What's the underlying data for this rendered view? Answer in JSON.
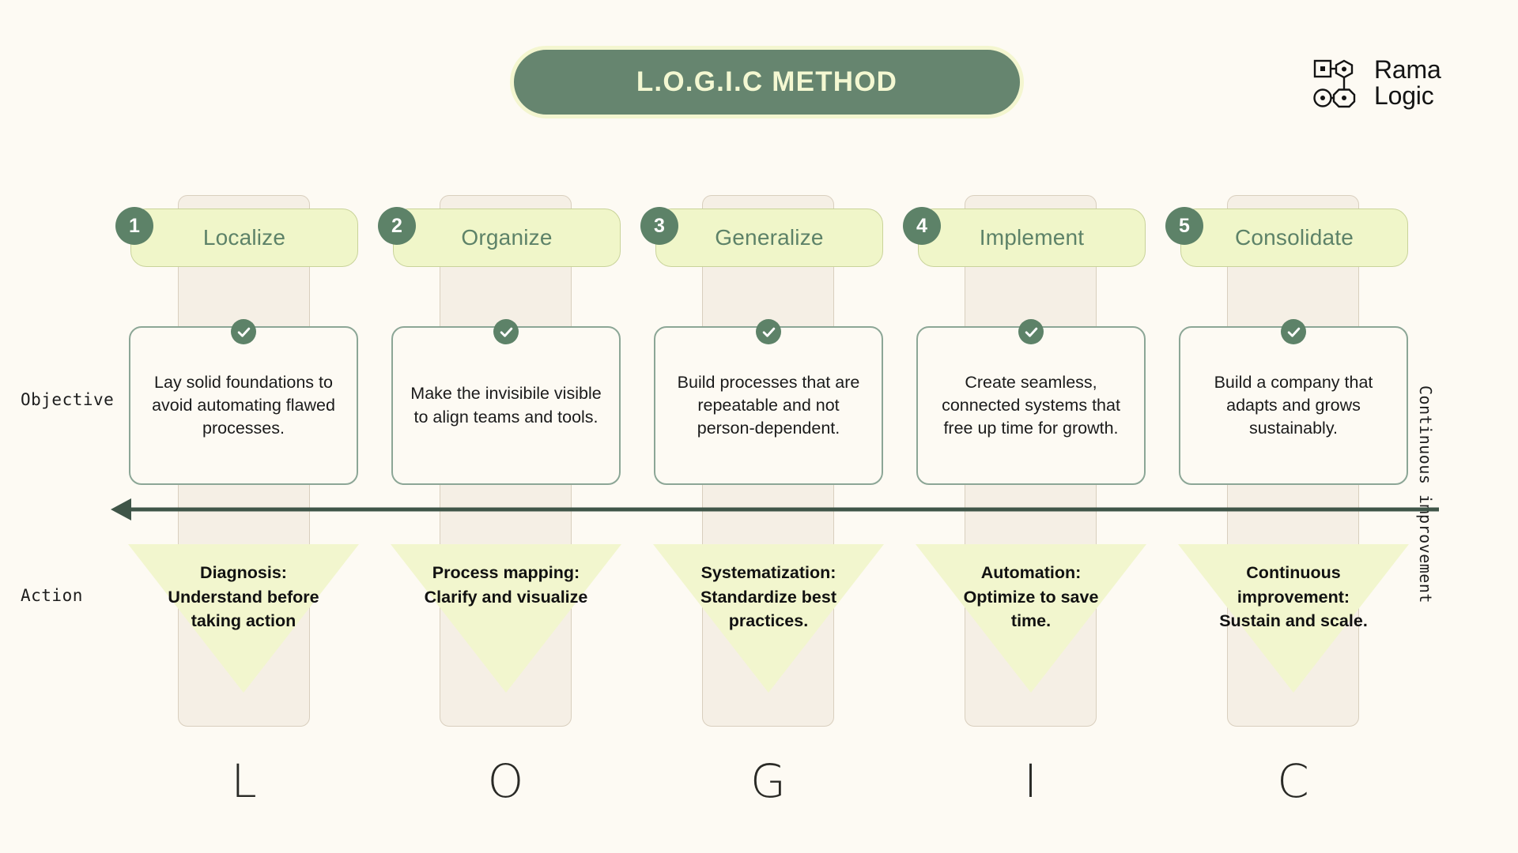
{
  "background_color": "#FDFAF3",
  "theme": {
    "accent_green": "#5D8268",
    "pill_yellow": "#F0F6C9",
    "column_beige": "#F5EFE5",
    "funnel_yellow": "#F2F6CE",
    "card_border": "#8CA696",
    "title_text": "#F4F8D2"
  },
  "header": {
    "title": "L.O.G.I.C METHOD",
    "logo": {
      "line1": "Rama",
      "line2": "Logic",
      "icon": "node-network-icon"
    }
  },
  "axis": {
    "objective_label": "Objective",
    "action_label": "Action",
    "continuous_label": "Continuous improvement",
    "arrow_direction": "left"
  },
  "steps": [
    {
      "number": "1",
      "title": "Localize",
      "letter": "L",
      "objective": "Lay solid foundations to avoid automating flawed processes.",
      "action": "Diagnosis: Understand before taking action"
    },
    {
      "number": "2",
      "title": "Organize",
      "letter": "O",
      "objective": "Make the invisibile visible to align teams and tools.",
      "action": "Process mapping: Clarify and visualize"
    },
    {
      "number": "3",
      "title": "Generalize",
      "letter": "G",
      "objective": "Build processes that are repeatable and not person-dependent.",
      "action": "Systematization: Standardize best practices."
    },
    {
      "number": "4",
      "title": "Implement",
      "letter": "I",
      "objective": "Create seamless, connected systems that free up time for growth.",
      "action": "Automation: Optimize to save time."
    },
    {
      "number": "5",
      "title": "Consolidate",
      "letter": "C",
      "objective": "Build a company that adapts and grows sustainably.",
      "action": "Continuous improvement: Sustain and scale."
    }
  ]
}
